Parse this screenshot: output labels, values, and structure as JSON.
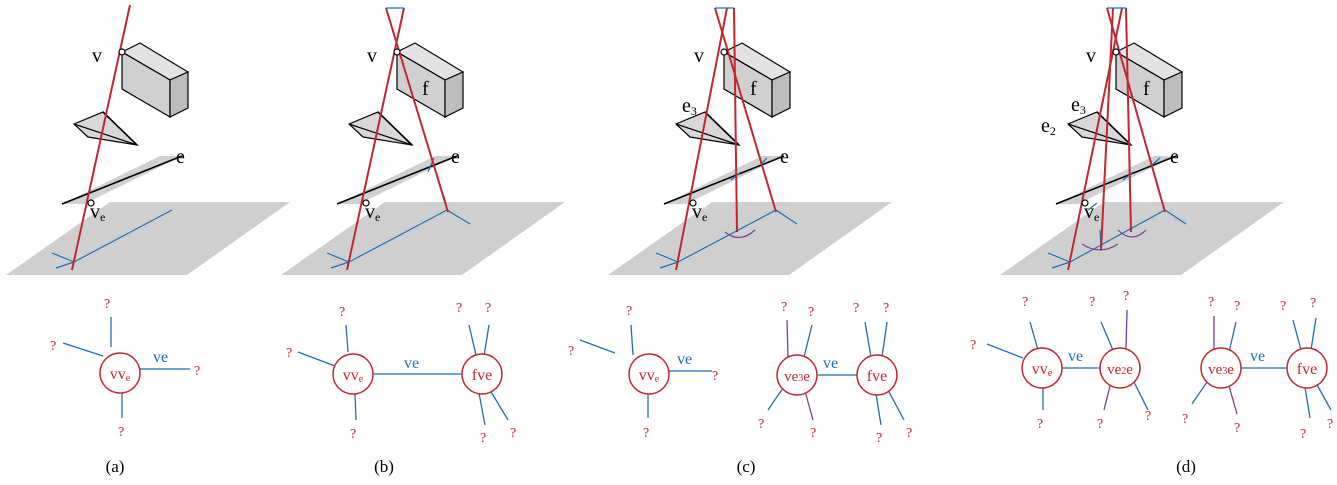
{
  "colors": {
    "ray": "#c0282e",
    "edge_blue": "#1f6eb5",
    "edge_purple": "#7a3f98",
    "plane_gray": "#cfcfcf",
    "box_gray": "#d6d6d6",
    "text_black": "#000000"
  },
  "panels": [
    {
      "caption": "(a)",
      "scene": {
        "v": "v",
        "e": "e",
        "ve": "v",
        "ve_sub": "e"
      },
      "graph": {
        "node1": "vv",
        "node1_sub": "e",
        "edge": "ve",
        "q": "?"
      }
    },
    {
      "caption": "(b)",
      "scene": {
        "v": "v",
        "f": "f",
        "e": "e",
        "ve": "v",
        "ve_sub": "e"
      },
      "graph": {
        "node1": "vv",
        "node1_sub": "e",
        "edge": "ve",
        "node2": "fve",
        "q": "?"
      }
    },
    {
      "caption": "(c)",
      "scene": {
        "v": "v",
        "f": "f",
        "e": "e",
        "e3": "e",
        "e3_sub": "3",
        "ve": "v",
        "ve_sub": "e"
      },
      "graph": {
        "node1": "vv",
        "node1_sub": "e",
        "node2a": "ve",
        "node2a_sub": "3",
        "node2b": "e",
        "edge": "ve",
        "node3": "fve",
        "q": "?"
      }
    },
    {
      "caption": "(d)",
      "scene": {
        "v": "v",
        "f": "f",
        "e": "e",
        "e3": "e",
        "e3_sub": "3",
        "e2": "e",
        "e2_sub": "2",
        "ve": "v",
        "ve_sub": "e"
      },
      "graph": {
        "node1": "vv",
        "node1_sub": "e",
        "edge1": "ve",
        "node2a": "ve",
        "node2a_sub": "2",
        "node2b": "e",
        "node3a": "ve",
        "node3a_sub": "3",
        "node3b": "e",
        "edge2": "ve",
        "node4": "fve",
        "q": "?"
      }
    }
  ]
}
